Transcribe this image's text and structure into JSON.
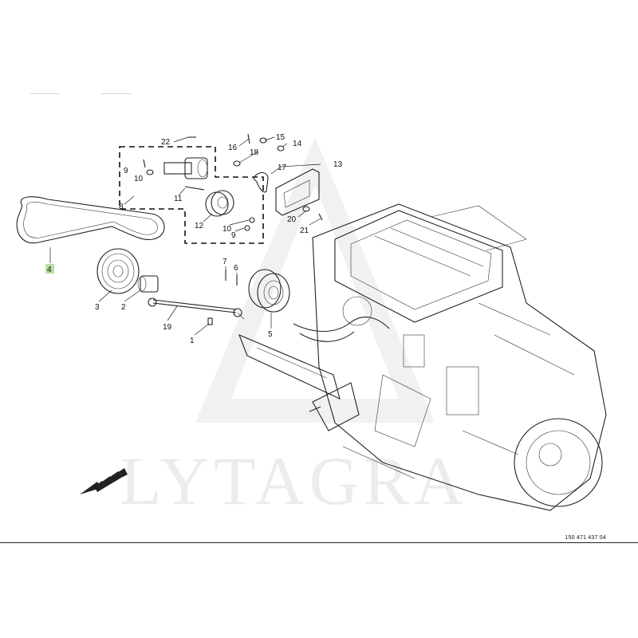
{
  "watermark": {
    "text": "LYTAGRA"
  },
  "drawing_number": "150 471 437 04",
  "callouts": [
    {
      "id": "c1",
      "label": "1"
    },
    {
      "id": "c2",
      "label": "2"
    },
    {
      "id": "c3",
      "label": "3"
    },
    {
      "id": "c4",
      "label": "4",
      "highlighted": true,
      "highlight_color": "#b7e0a0"
    },
    {
      "id": "c5",
      "label": "5"
    },
    {
      "id": "c6",
      "label": "6"
    },
    {
      "id": "c7",
      "label": "7"
    },
    {
      "id": "c8",
      "label": "8"
    },
    {
      "id": "c9a",
      "label": "9"
    },
    {
      "id": "c9b",
      "label": "9"
    },
    {
      "id": "c10a",
      "label": "10"
    },
    {
      "id": "c10b",
      "label": "10"
    },
    {
      "id": "c11",
      "label": "11"
    },
    {
      "id": "c12",
      "label": "12"
    },
    {
      "id": "c13",
      "label": "13"
    },
    {
      "id": "c14",
      "label": "14"
    },
    {
      "id": "c15",
      "label": "15"
    },
    {
      "id": "c16",
      "label": "16"
    },
    {
      "id": "c17",
      "label": "17"
    },
    {
      "id": "c18",
      "label": "18"
    },
    {
      "id": "c19",
      "label": "19"
    },
    {
      "id": "c20",
      "label": "20"
    },
    {
      "id": "c21",
      "label": "21"
    },
    {
      "id": "c22",
      "label": "22"
    }
  ],
  "icons": {
    "direction_arrow": "forward-direction-arrow-icon"
  }
}
